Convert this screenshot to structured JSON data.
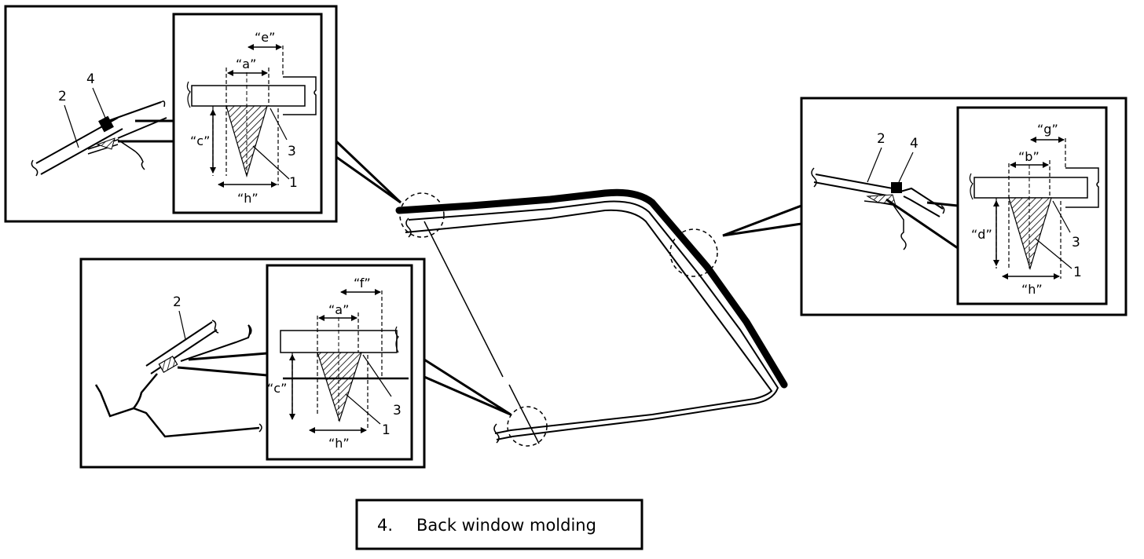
{
  "callouts": {
    "top_left": {
      "molding_label": "2",
      "glass_label": "4",
      "dim_top": "“e”",
      "dim_inner": "“a”",
      "dim_height": "“c”",
      "dim_bottom": "“h”",
      "part_3": "3",
      "part_1": "1"
    },
    "bottom_left": {
      "molding_label": "2",
      "dim_top": "“f”",
      "dim_inner": "“a”",
      "dim_height": "“c”",
      "dim_bottom": "“h”",
      "part_3": "3",
      "part_1": "1"
    },
    "right": {
      "molding_label": "2",
      "glass_label": "4",
      "dim_top": "“g”",
      "dim_inner": "“b”",
      "dim_height": "“d”",
      "dim_bottom": "“h”",
      "part_3": "3",
      "part_1": "1"
    }
  },
  "legend": {
    "number": "4.",
    "text": "Back window molding"
  }
}
